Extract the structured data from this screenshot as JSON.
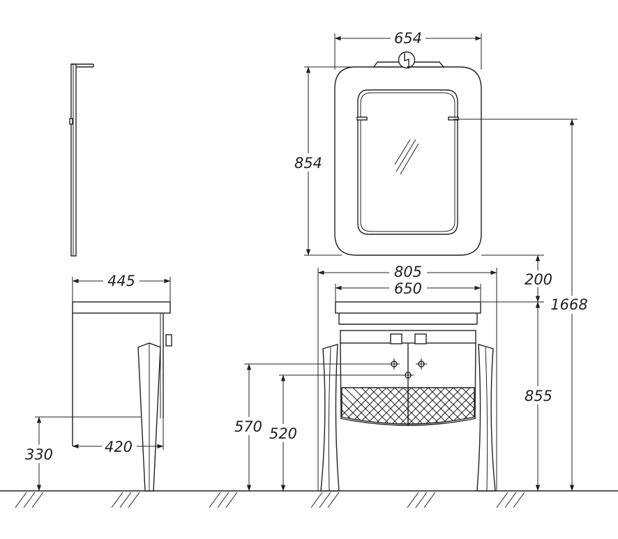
{
  "dimensions": {
    "mirror_width": "654",
    "mirror_height": "854",
    "mirror_gap": "200",
    "total_height": "1668",
    "vanity_width": "805",
    "basin_width": "650",
    "vanity_height": "855",
    "depth_top": "445",
    "depth_bottom": "420",
    "side_drain_height": "330",
    "tap_height": "570",
    "drain_height": "520"
  },
  "colors": {
    "line": "#231f20",
    "background": "#ffffff"
  },
  "icons": {
    "power_symbol": "lightning-in-circle",
    "glass_reflection": "mirror-hatch"
  }
}
